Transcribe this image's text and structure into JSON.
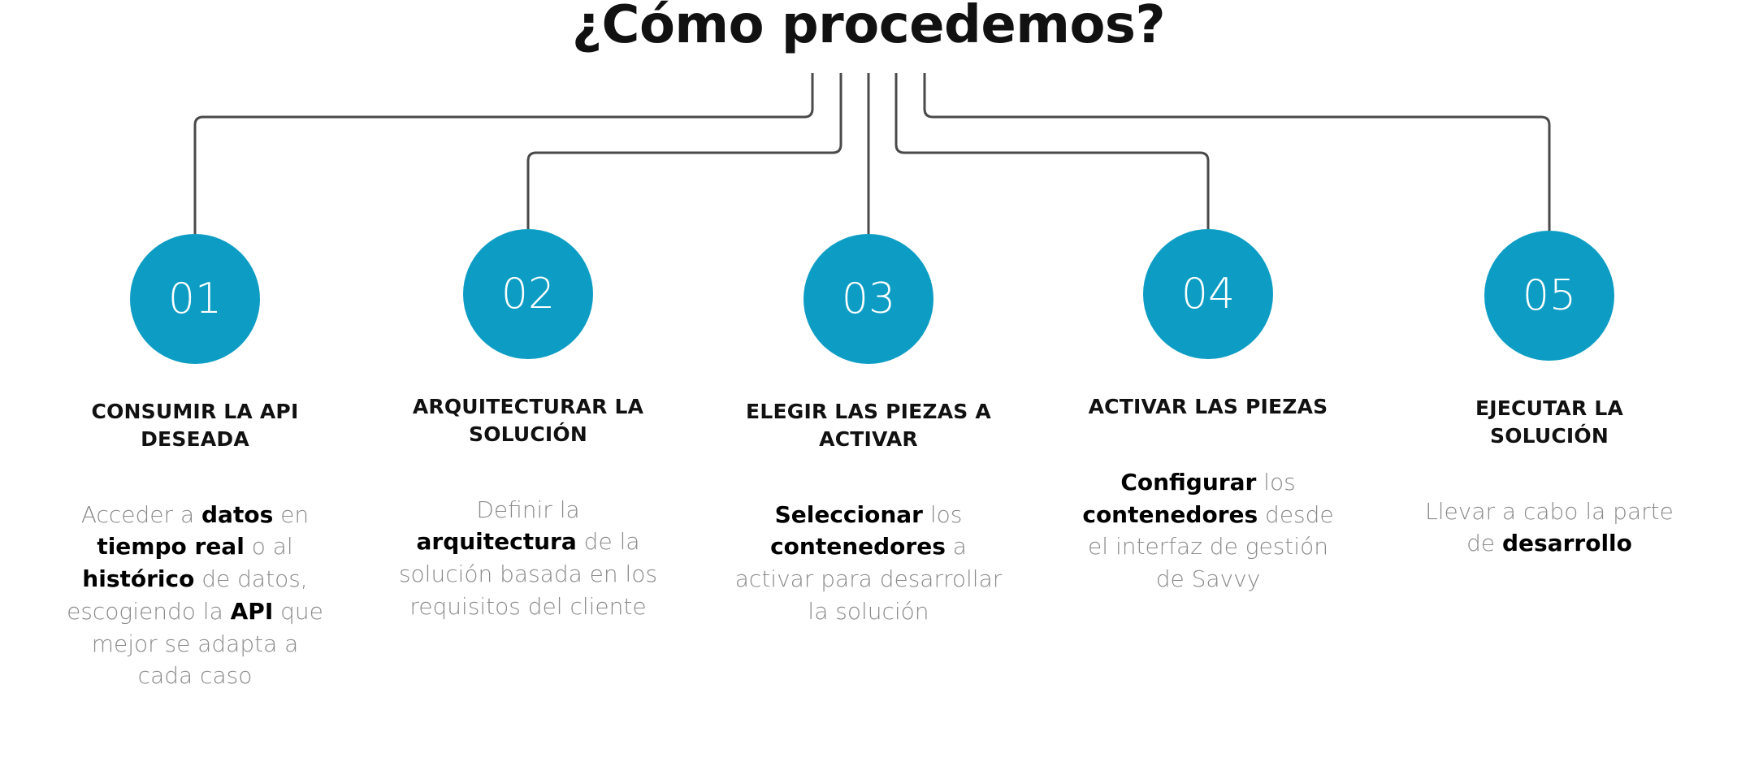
{
  "page": {
    "title": "¿Cómo procedemos?",
    "background_color": "#ffffff",
    "accent_color": "#0d9dc4",
    "heading_color": "#111111",
    "body_color": "#8a8a8a",
    "connector_color": "#4a4a4a"
  },
  "steps": [
    {
      "number": "01",
      "heading": "CONSUMIR LA API DESEADA",
      "body_html": "Acceder a <b>datos</b> en <b>tiempo real</b> o al <b>histórico</b> de datos, escogiendo la <b>API</b> que mejor se adapta a cada caso",
      "body_plain": "Acceder a datos en tiempo real o al histórico de datos, escogiendo la API que mejor se adapta a cada caso",
      "bold_terms": [
        "datos",
        "tiempo real",
        "histórico",
        "API"
      ]
    },
    {
      "number": "02",
      "heading": "ARQUITECTURAR LA SOLUCIÓN",
      "body_html": "Definir la <b>arquitectura</b> de la solución basada en los requisitos del cliente",
      "body_plain": "Definir la arquitectura de la solución basada en los requisitos del cliente",
      "bold_terms": [
        "arquitectura"
      ]
    },
    {
      "number": "03",
      "heading": "ELEGIR LAS PIEZAS A ACTIVAR",
      "body_html": "<b>Seleccionar</b> los <b>contenedores</b> a activar para desarrollar la solución",
      "body_plain": "Seleccionar los contenedores a activar para desarrollar la solución",
      "bold_terms": [
        "Seleccionar",
        "contenedores"
      ]
    },
    {
      "number": "04",
      "heading": "ACTIVAR LAS PIEZAS",
      "body_html": "<b>Configurar</b> los <b>contenedores</b> desde el interfaz de gestión de Savvy",
      "body_plain": "Configurar los contenedores desde el interfaz de gestión de Savvy",
      "bold_terms": [
        "Configurar",
        "contenedores"
      ]
    },
    {
      "number": "05",
      "heading": "EJECUTAR LA SOLUCIÓN",
      "body_html": "Llevar a cabo la parte de <b>desarrollo</b>",
      "body_plain": "Llevar a cabo la parte de desarrollo",
      "bold_terms": [
        "desarrollo"
      ]
    }
  ]
}
